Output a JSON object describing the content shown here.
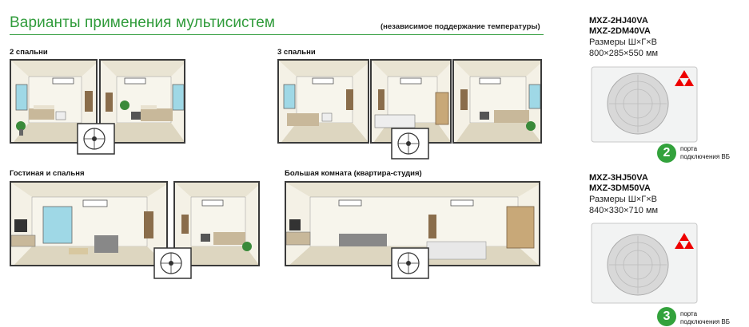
{
  "header": {
    "title": "Варианты применения мультисистем",
    "subtitle": "(независимое поддержание температуры)"
  },
  "sections": [
    {
      "label": "2 спальни"
    },
    {
      "label": "3 спальни"
    },
    {
      "label": "Гостиная и спальня"
    },
    {
      "label": "Большая комната (квартира-студия)"
    }
  ],
  "units": [
    {
      "model_1": "MXZ-2HJ40VA",
      "model_2": "MXZ-2DM40VA",
      "dims_label": "Размеры Ш×Г×В",
      "dims_value": "800×285×550 мм",
      "ports_count": "2",
      "ports_line_1": "порта",
      "ports_line_2": "подключения ВБ"
    },
    {
      "model_1": "MXZ-3HJ50VA",
      "model_2": "MXZ-3DM50VA",
      "dims_label": "Размеры Ш×Г×В",
      "dims_value": "840×330×710 мм",
      "ports_count": "3",
      "ports_line_1": "порта",
      "ports_line_2": "подключения ВБ"
    }
  ],
  "colors": {
    "accent": "#2f9b3a",
    "badge": "#33a23c",
    "wall": "#f4f1e6",
    "outline": "#3a3a3a"
  }
}
